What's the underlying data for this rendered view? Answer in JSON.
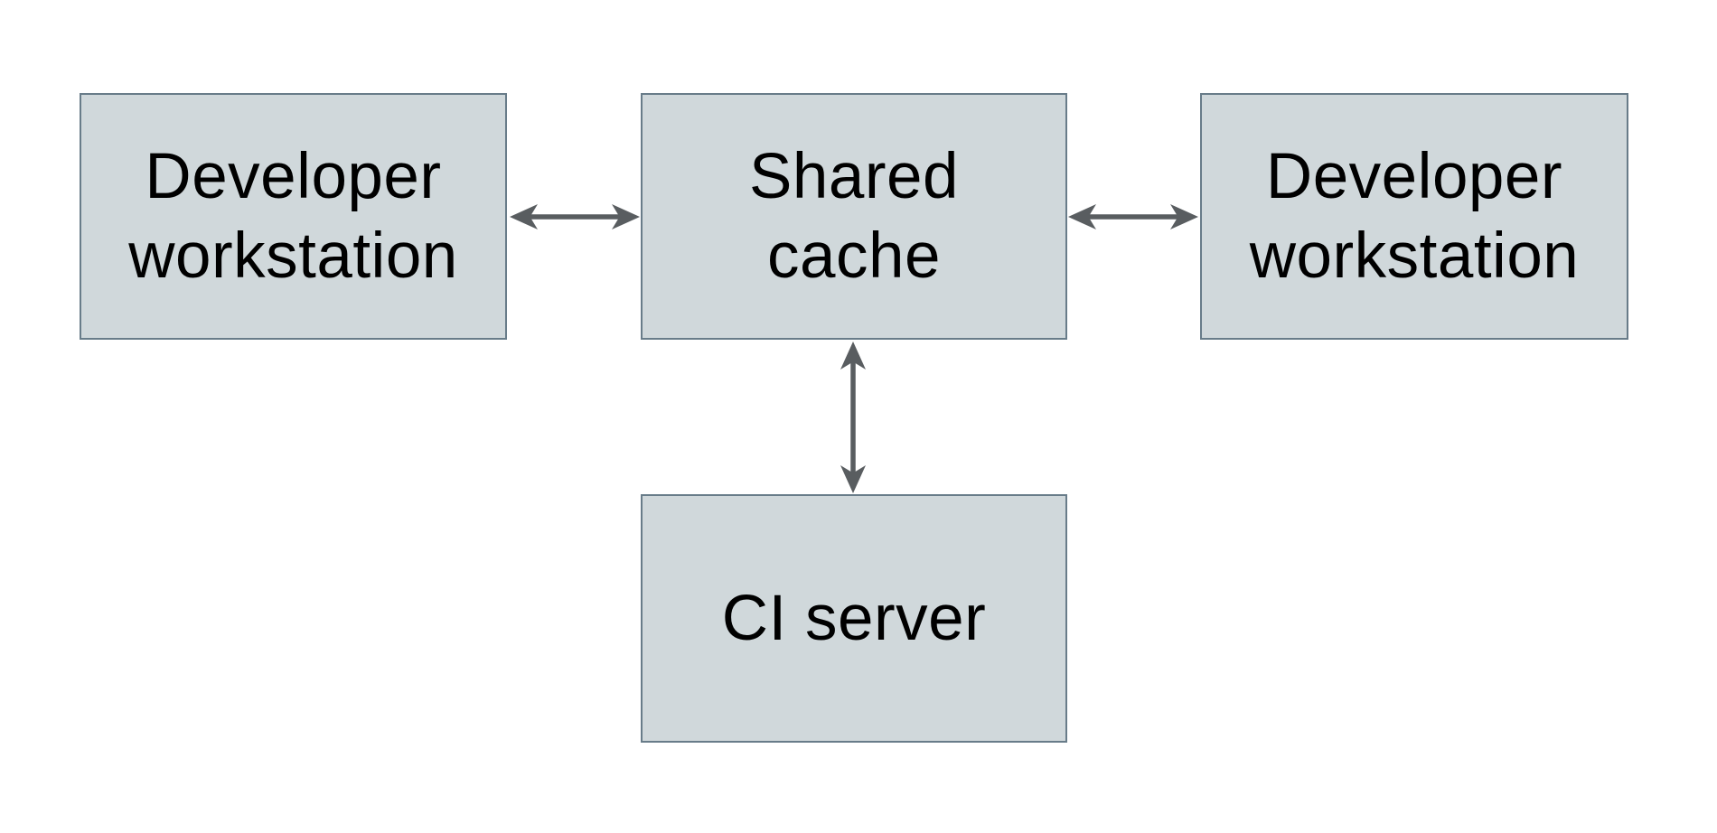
{
  "diagram": {
    "type": "architecture-diagram",
    "colors": {
      "background": "#ffffff",
      "node_fill": "#d0d8db",
      "node_border": "#687c89",
      "arrow": "#595d60",
      "text": "#000000"
    },
    "nodes": [
      {
        "id": "developer-workstation-left",
        "label": "Developer workstation",
        "lines": [
          "Developer",
          "workstation"
        ]
      },
      {
        "id": "shared-cache",
        "label": "Shared cache",
        "lines": [
          "Shared",
          "cache"
        ]
      },
      {
        "id": "developer-workstation-right",
        "label": "Developer workstation",
        "lines": [
          "Developer",
          "workstation"
        ]
      },
      {
        "id": "ci-server",
        "label": "CI server",
        "lines": [
          "CI server",
          ""
        ]
      }
    ],
    "edges": [
      {
        "id": "left-workstation-shared-cache",
        "from": "developer-workstation-left",
        "to": "shared-cache",
        "direction": "bidirectional",
        "orientation": "horizontal"
      },
      {
        "id": "shared-cache-right-workstation",
        "from": "shared-cache",
        "to": "developer-workstation-right",
        "direction": "bidirectional",
        "orientation": "horizontal"
      },
      {
        "id": "shared-cache-ci-server",
        "from": "shared-cache",
        "to": "ci-server",
        "direction": "bidirectional",
        "orientation": "vertical"
      }
    ]
  }
}
